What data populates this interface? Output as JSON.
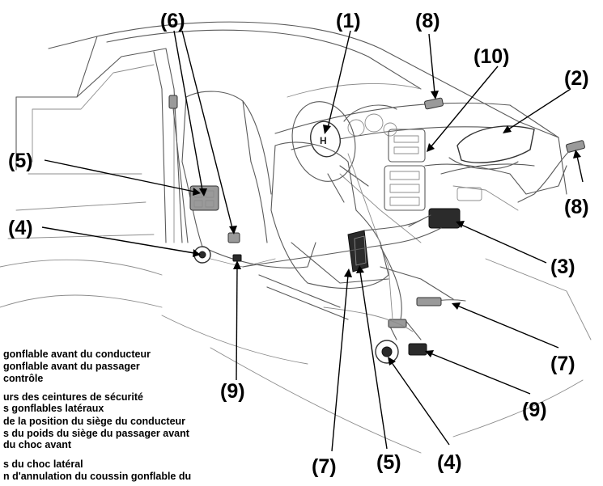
{
  "callouts": {
    "c1": "(1)",
    "c2": "(2)",
    "c3": "(3)",
    "c4_left": "(4)",
    "c4_bottom": "(4)",
    "c5_left": "(5)",
    "c5_bottom": "(5)",
    "c6": "(6)",
    "c7_right": "(7)",
    "c7_bottom": "(7)",
    "c8_top": "(8)",
    "c8_right": "(8)",
    "c9_left": "(9)",
    "c9_right": "(9)",
    "c10": "(10)"
  },
  "legend": [
    "gonflable avant du conducteur",
    "gonflable avant du passager",
    "contrôle",
    "urs des ceintures de sécurité",
    "s gonflables latéraux",
    "de la position du siège du conducteur",
    "s du poids du siège du passager avant",
    "du choc avant",
    "s du choc latéral",
    "n d'annulation du coussin gonflable du"
  ]
}
